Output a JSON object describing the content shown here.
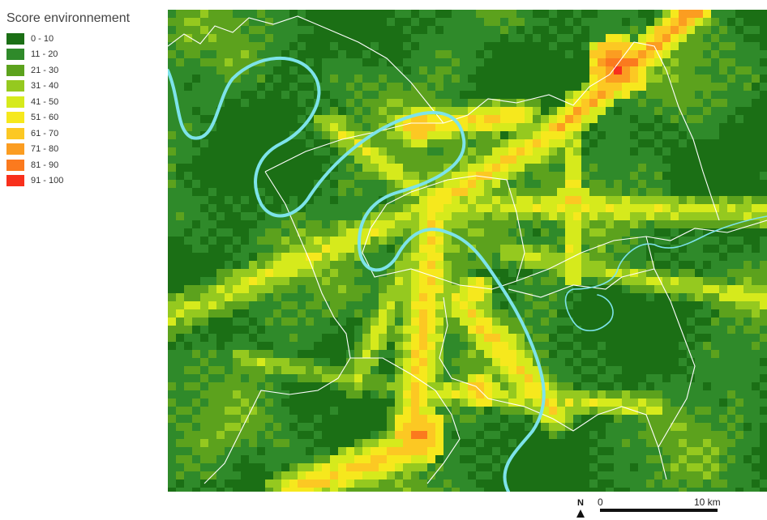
{
  "legend": {
    "title": "Score environnement",
    "items": [
      {
        "label": "0 - 10",
        "color": "#1b6f15"
      },
      {
        "label": "11 - 20",
        "color": "#2f8a2a"
      },
      {
        "label": "21 - 30",
        "color": "#5ca21d"
      },
      {
        "label": "31 - 40",
        "color": "#95c91f"
      },
      {
        "label": "41 - 50",
        "color": "#d6ea1c"
      },
      {
        "label": "51 - 60",
        "color": "#f6e81d"
      },
      {
        "label": "61 - 70",
        "color": "#fcc823"
      },
      {
        "label": "71 - 80",
        "color": "#fb9d21"
      },
      {
        "label": "81 - 90",
        "color": "#fb7a1e"
      },
      {
        "label": "91 - 100",
        "color": "#f8301c"
      }
    ]
  },
  "map": {
    "river_color": "#7de3ea",
    "boundary_color": "#ffffff"
  },
  "north_arrow": {
    "label": "N"
  },
  "scale_bar": {
    "zero_label": "0",
    "end_label": "10 km"
  }
}
